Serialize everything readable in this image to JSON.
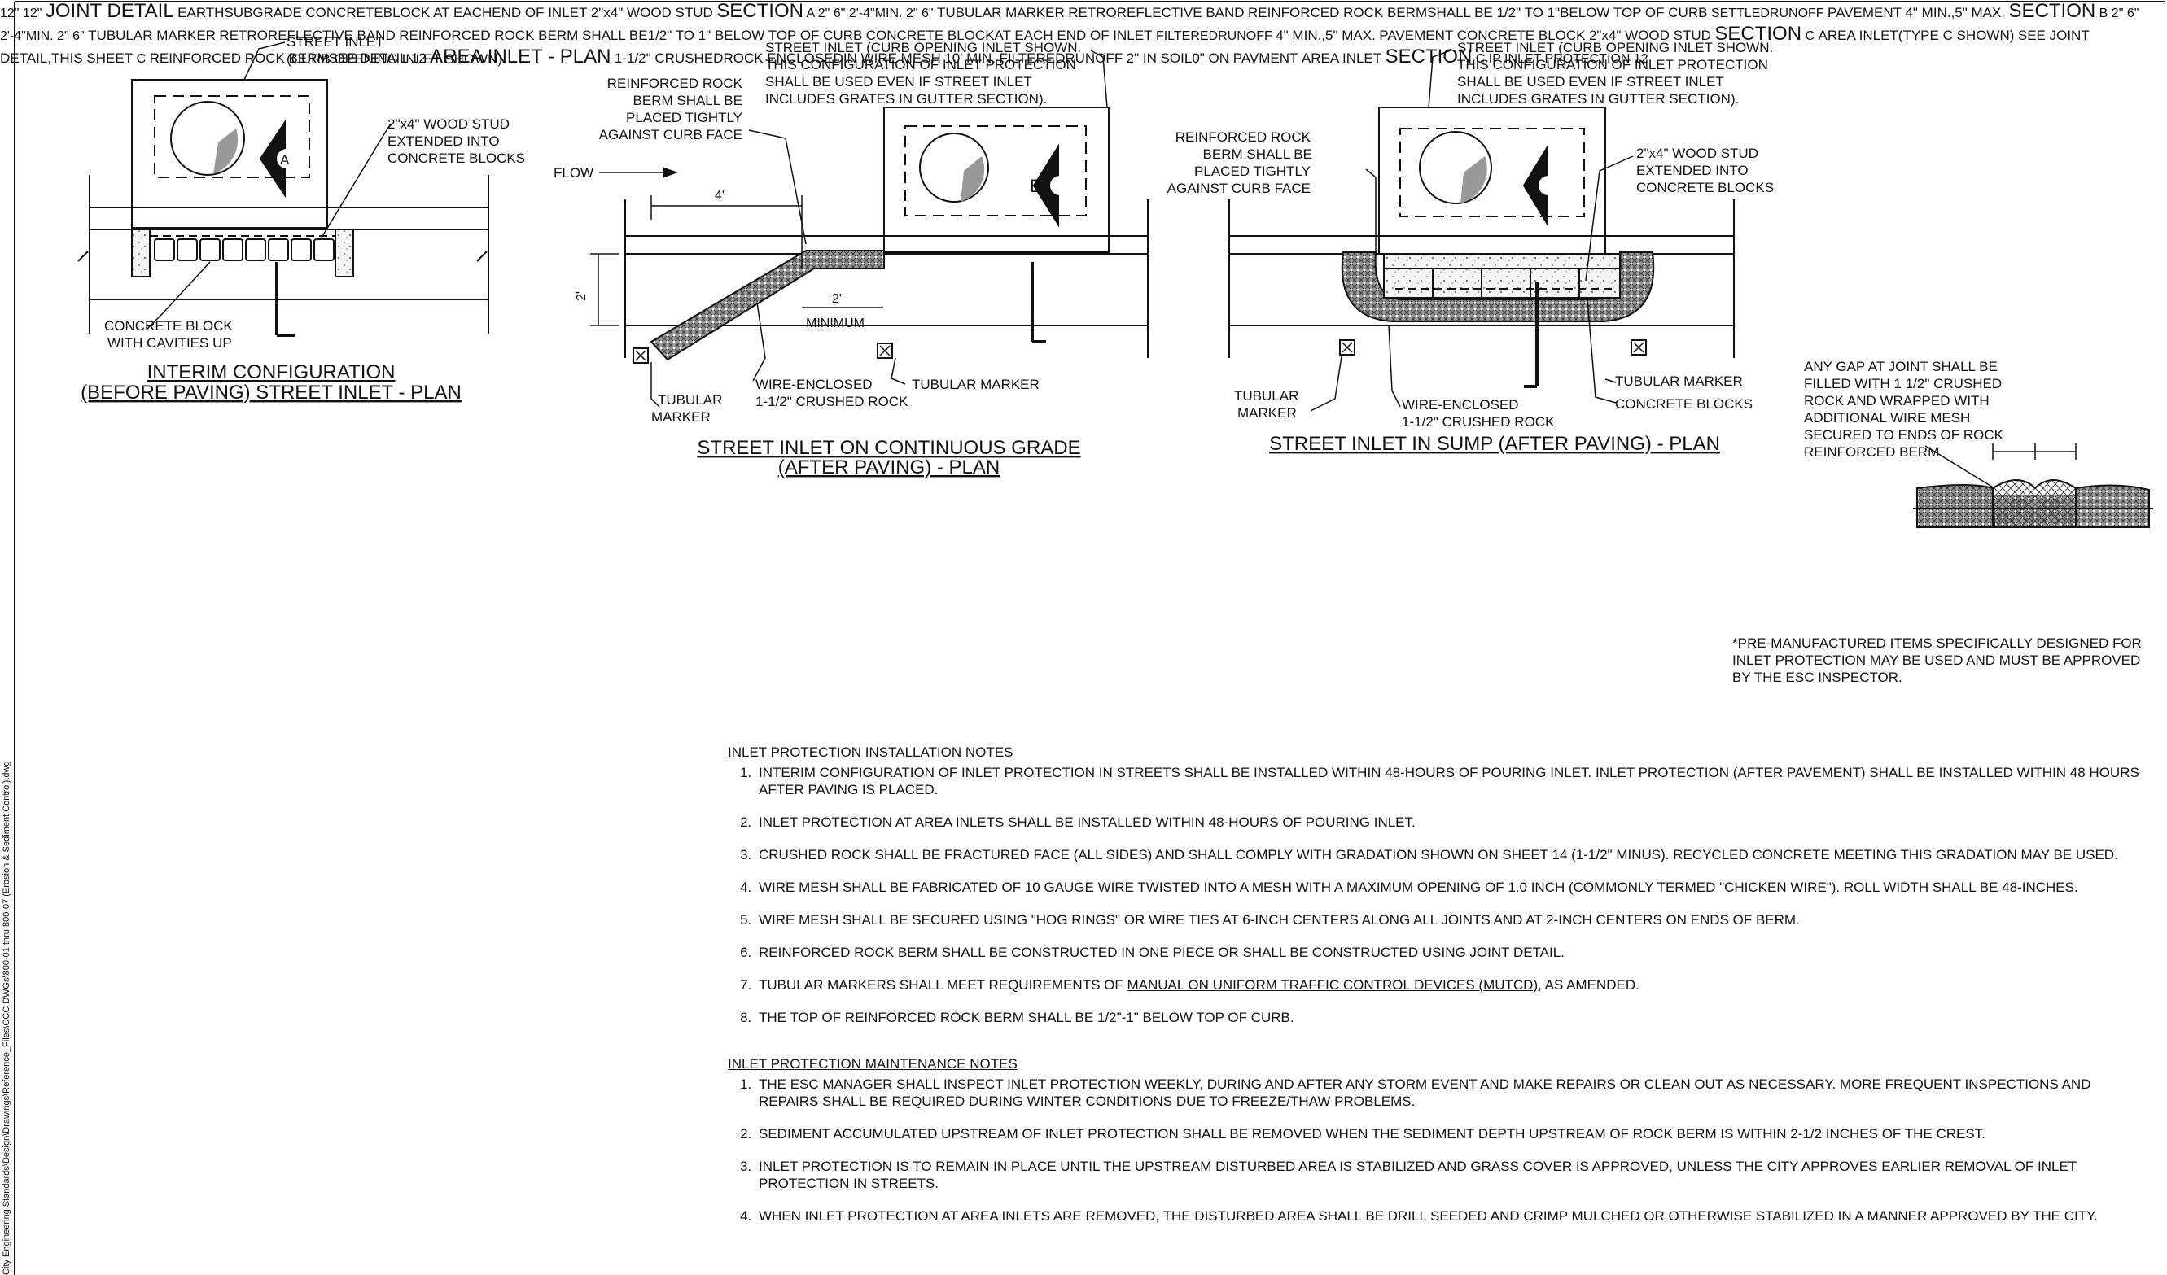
{
  "file_path": "City Engineering Standards\\Design\\Drawings\\Reference_Files\\CCC DWGs\\800-01 thru 800-07 (Erosion & Sediment Control).dwg",
  "plan_interim": {
    "street_inlet": [
      "STREET INLET",
      "(CURB OPENING INLET SHOWN)"
    ],
    "wood_stud": [
      "2\"x4\" WOOD STUD",
      "EXTENDED INTO",
      "CONCRETE BLOCKS"
    ],
    "concrete_block": [
      "CONCRETE BLOCK",
      "WITH CAVITIES UP"
    ],
    "section_letter": "A",
    "title": [
      "INTERIM CONFIGURATION",
      "(BEFORE PAVING) STREET INLET - PLAN"
    ]
  },
  "plan_grade": {
    "street_inlet": [
      "STREET INLET (CURB OPENING INLET SHOWN.",
      "THIS CONFIGURATION OF INLET PROTECTION",
      "SHALL BE USED EVEN IF STREET INLET",
      "INCLUDES GRATES IN GUTTER SECTION)."
    ],
    "berm": [
      "REINFORCED ROCK",
      "BERM SHALL BE",
      "PLACED TIGHTLY",
      "AGAINST CURB FACE"
    ],
    "flow": "FLOW",
    "dim_4": "4'",
    "dim_2_vert": "2'",
    "dim_2": "2'",
    "minimum": "MINIMUM",
    "tubular_marker_left": [
      "TUBULAR",
      "MARKER"
    ],
    "wire_enclosed": [
      "WIRE-ENCLOSED",
      "1-1/2\" CRUSHED ROCK"
    ],
    "tubular_marker_right": "TUBULAR MARKER",
    "section_letter": "B",
    "title": [
      "STREET INLET ON CONTINUOUS GRADE",
      "(AFTER PAVING) - PLAN"
    ]
  },
  "plan_sump": {
    "street_inlet": [
      "STREET INLET (CURB OPENING INLET SHOWN.",
      "THIS CONFIGURATION OF INLET PROTECTION",
      "SHALL BE USED EVEN IF STREET INLET",
      "INCLUDES GRATES IN GUTTER SECTION)."
    ],
    "berm": [
      "REINFORCED ROCK",
      "BERM SHALL BE",
      "PLACED TIGHTLY",
      "AGAINST CURB FACE"
    ],
    "wood_stud": [
      "2\"x4\" WOOD STUD",
      "EXTENDED INTO",
      "CONCRETE BLOCKS"
    ],
    "tubular_marker_left": [
      "TUBULAR",
      "MARKER"
    ],
    "wire_enclosed": [
      "WIRE-ENCLOSED",
      "1-1/2\" CRUSHED ROCK"
    ],
    "tubular_marker_right": "TUBULAR MARKER",
    "concrete_blocks": "CONCRETE BLOCKS",
    "section_letter": "C",
    "title": "STREET INLET IN SUMP (AFTER PAVING) - PLAN"
  },
  "joint_detail": {
    "note": [
      "ANY GAP AT JOINT SHALL BE",
      "FILLED WITH 1 1/2\" CRUSHED",
      "ROCK AND WRAPPED WITH",
      "ADDITIONAL WIRE MESH",
      "SECURED TO ENDS OF ROCK",
      "REINFORCED BERM"
    ],
    "dim_a": "12\"",
    "dim_b": "12\"",
    "title": "JOINT DETAIL"
  },
  "section_a": {
    "earth": [
      "EARTH",
      "SUBGRADE"
    ],
    "concrete": [
      "CONCRETE",
      "BLOCK AT EACH",
      "END OF INLET"
    ],
    "wood_stud": "2\"x4\" WOOD STUD",
    "title": "SECTION",
    "letter": "A"
  },
  "section_b": {
    "dim_2_top": "2\"",
    "dim_6_top": "6\"",
    "dim_24": [
      "2'-4\"",
      "MIN."
    ],
    "dim_2_mid": "2\"",
    "dim_6_mid": "6\"",
    "tubular_marker": "TUBULAR MARKER",
    "retro_band": "RETROREFLECTIVE BAND",
    "berm": [
      "REINFORCED ROCK BERM",
      "SHALL BE 1/2\" TO 1\"",
      "BELOW TOP OF CURB"
    ],
    "settled_runoff": [
      "SETTLED",
      "RUNOFF"
    ],
    "pavement": "PAVEMENT",
    "dim_4min": [
      "4\" MIN.,",
      "5\" MAX."
    ],
    "title": "SECTION",
    "letter": "B"
  },
  "section_c": {
    "dim_2_top": "2\"",
    "dim_6_top": "6\"",
    "dim_24": [
      "2'-4\"",
      "MIN."
    ],
    "dim_2_mid": "2\"",
    "dim_6_mid": "6\"",
    "tubular_marker": "TUBULAR MARKER",
    "retro_band": "RETROREFLECTIVE BAND",
    "berm": [
      "REINFORCED ROCK BERM SHALL BE",
      "1/2\" TO 1\" BELOW TOP OF CURB"
    ],
    "concrete_block_end": [
      "CONCRETE BLOCK",
      "AT EACH END OF INLET"
    ],
    "filtered_runoff": [
      "FILTERED",
      "RUNOFF"
    ],
    "dim_4min": [
      "4\" MIN.,",
      "5\" MAX."
    ],
    "pavement": "PAVEMENT",
    "concrete_block": "CONCRETE BLOCK",
    "wood_stud": "2\"x4\" WOOD STUD",
    "title": "SECTION",
    "letter": "C"
  },
  "pre_manufactured_note": "*PRE-MANUFACTURED ITEMS SPECIFICALLY DESIGNED FOR INLET PROTECTION MAY BE USED AND MUST BE APPROVED BY THE ESC INSPECTOR.",
  "area_inlet": {
    "area_inlet_label": [
      "AREA INLET",
      "(TYPE C SHOWN)"
    ],
    "joint_ref": [
      "SEE JOINT DETAIL,",
      "THIS SHEET"
    ],
    "section_letter": "C",
    "berm_ref": [
      "REINFORCED ROCK BERM",
      "SEE DETAIL 12"
    ],
    "title": "AREA INLET - PLAN"
  },
  "section_area": {
    "rock": [
      "1-1/2\" CRUSHED",
      "ROCK ENCLOSED",
      "IN WIRE MESH"
    ],
    "ten_min": "10' MIN.",
    "filtered": [
      "FILTERED",
      "RUNOFF"
    ],
    "soil": [
      "2\" IN SOIL",
      "0\" ON PAVMENT"
    ],
    "area_inlet": "AREA INLET",
    "title": "SECTION",
    "letter": "C"
  },
  "install_notes": {
    "heading": "INLET PROTECTION INSTALLATION NOTES",
    "items": [
      "INTERIM CONFIGURATION OF INLET PROTECTION IN STREETS SHALL BE INSTALLED WITHIN 48-HOURS OF POURING INLET. INLET PROTECTION (AFTER PAVEMENT) SHALL BE INSTALLED WITHIN 48 HOURS AFTER PAVING IS PLACED.",
      "INLET PROTECTION AT AREA INLETS SHALL BE INSTALLED WITHIN 48-HOURS OF POURING INLET.",
      "CRUSHED ROCK SHALL BE FRACTURED FACE (ALL SIDES) AND SHALL COMPLY WITH GRADATION SHOWN ON SHEET 14 (1-1/2\" MINUS). RECYCLED CONCRETE MEETING THIS GRADATION MAY BE USED.",
      "WIRE MESH SHALL BE FABRICATED OF 10 GAUGE WIRE TWISTED INTO A MESH WITH A MAXIMUM OPENING OF 1.0 INCH (COMMONLY TERMED \"CHICKEN WIRE\"). ROLL WIDTH SHALL BE 48-INCHES.",
      "WIRE MESH SHALL BE SECURED USING \"HOG RINGS\" OR WIRE TIES AT 6-INCH CENTERS ALONG ALL JOINTS AND AT 2-INCH CENTERS ON ENDS OF BERM.",
      "REINFORCED ROCK BERM SHALL BE CONSTRUCTED IN ONE PIECE OR SHALL BE CONSTRUCTED USING JOINT DETAIL."
    ],
    "item7_prefix": "TUBULAR MARKERS SHALL MEET REQUIREMENTS OF ",
    "item7_link": "MANUAL ON UNIFORM TRAFFIC CONTROL DEVICES (MUTCD)",
    "item7_suffix": ", AS AMENDED.",
    "item8": "THE TOP OF REINFORCED ROCK BERM SHALL BE 1/2\"-1\" BELOW TOP OF CURB."
  },
  "maint_notes": {
    "heading": "INLET PROTECTION MAINTENANCE NOTES",
    "items": [
      "THE ESC MANAGER SHALL INSPECT INLET PROTECTION WEEKLY, DURING AND AFTER ANY STORM EVENT AND MAKE REPAIRS OR CLEAN OUT AS NECESSARY.  MORE FREQUENT INSPECTIONS AND REPAIRS SHALL BE REQUIRED DURING WINTER CONDITIONS DUE TO FREEZE/THAW PROBLEMS.",
      "SEDIMENT ACCUMULATED UPSTREAM OF INLET PROTECTION SHALL BE REMOVED WHEN THE SEDIMENT DEPTH UPSTREAM OF ROCK BERM IS WITHIN 2-1/2 INCHES OF THE CREST.",
      "INLET PROTECTION IS TO REMAIN IN PLACE UNTIL THE UPSTREAM DISTURBED AREA IS STABILIZED AND GRASS COVER IS APPROVED, UNLESS THE CITY APPROVES EARLIER REMOVAL OF INLET PROTECTION IN STREETS.",
      "WHEN INLET PROTECTION AT AREA INLETS ARE REMOVED, THE DISTURBED AREA SHALL BE DRILL SEEDED AND CRIMP MULCHED OR OTHERWISE STABILIZED IN A MANNER APPROVED BY THE CITY."
    ]
  },
  "footer": {
    "symbol": "IP",
    "title": "INLET PROTECTION",
    "detail_number": "12"
  }
}
